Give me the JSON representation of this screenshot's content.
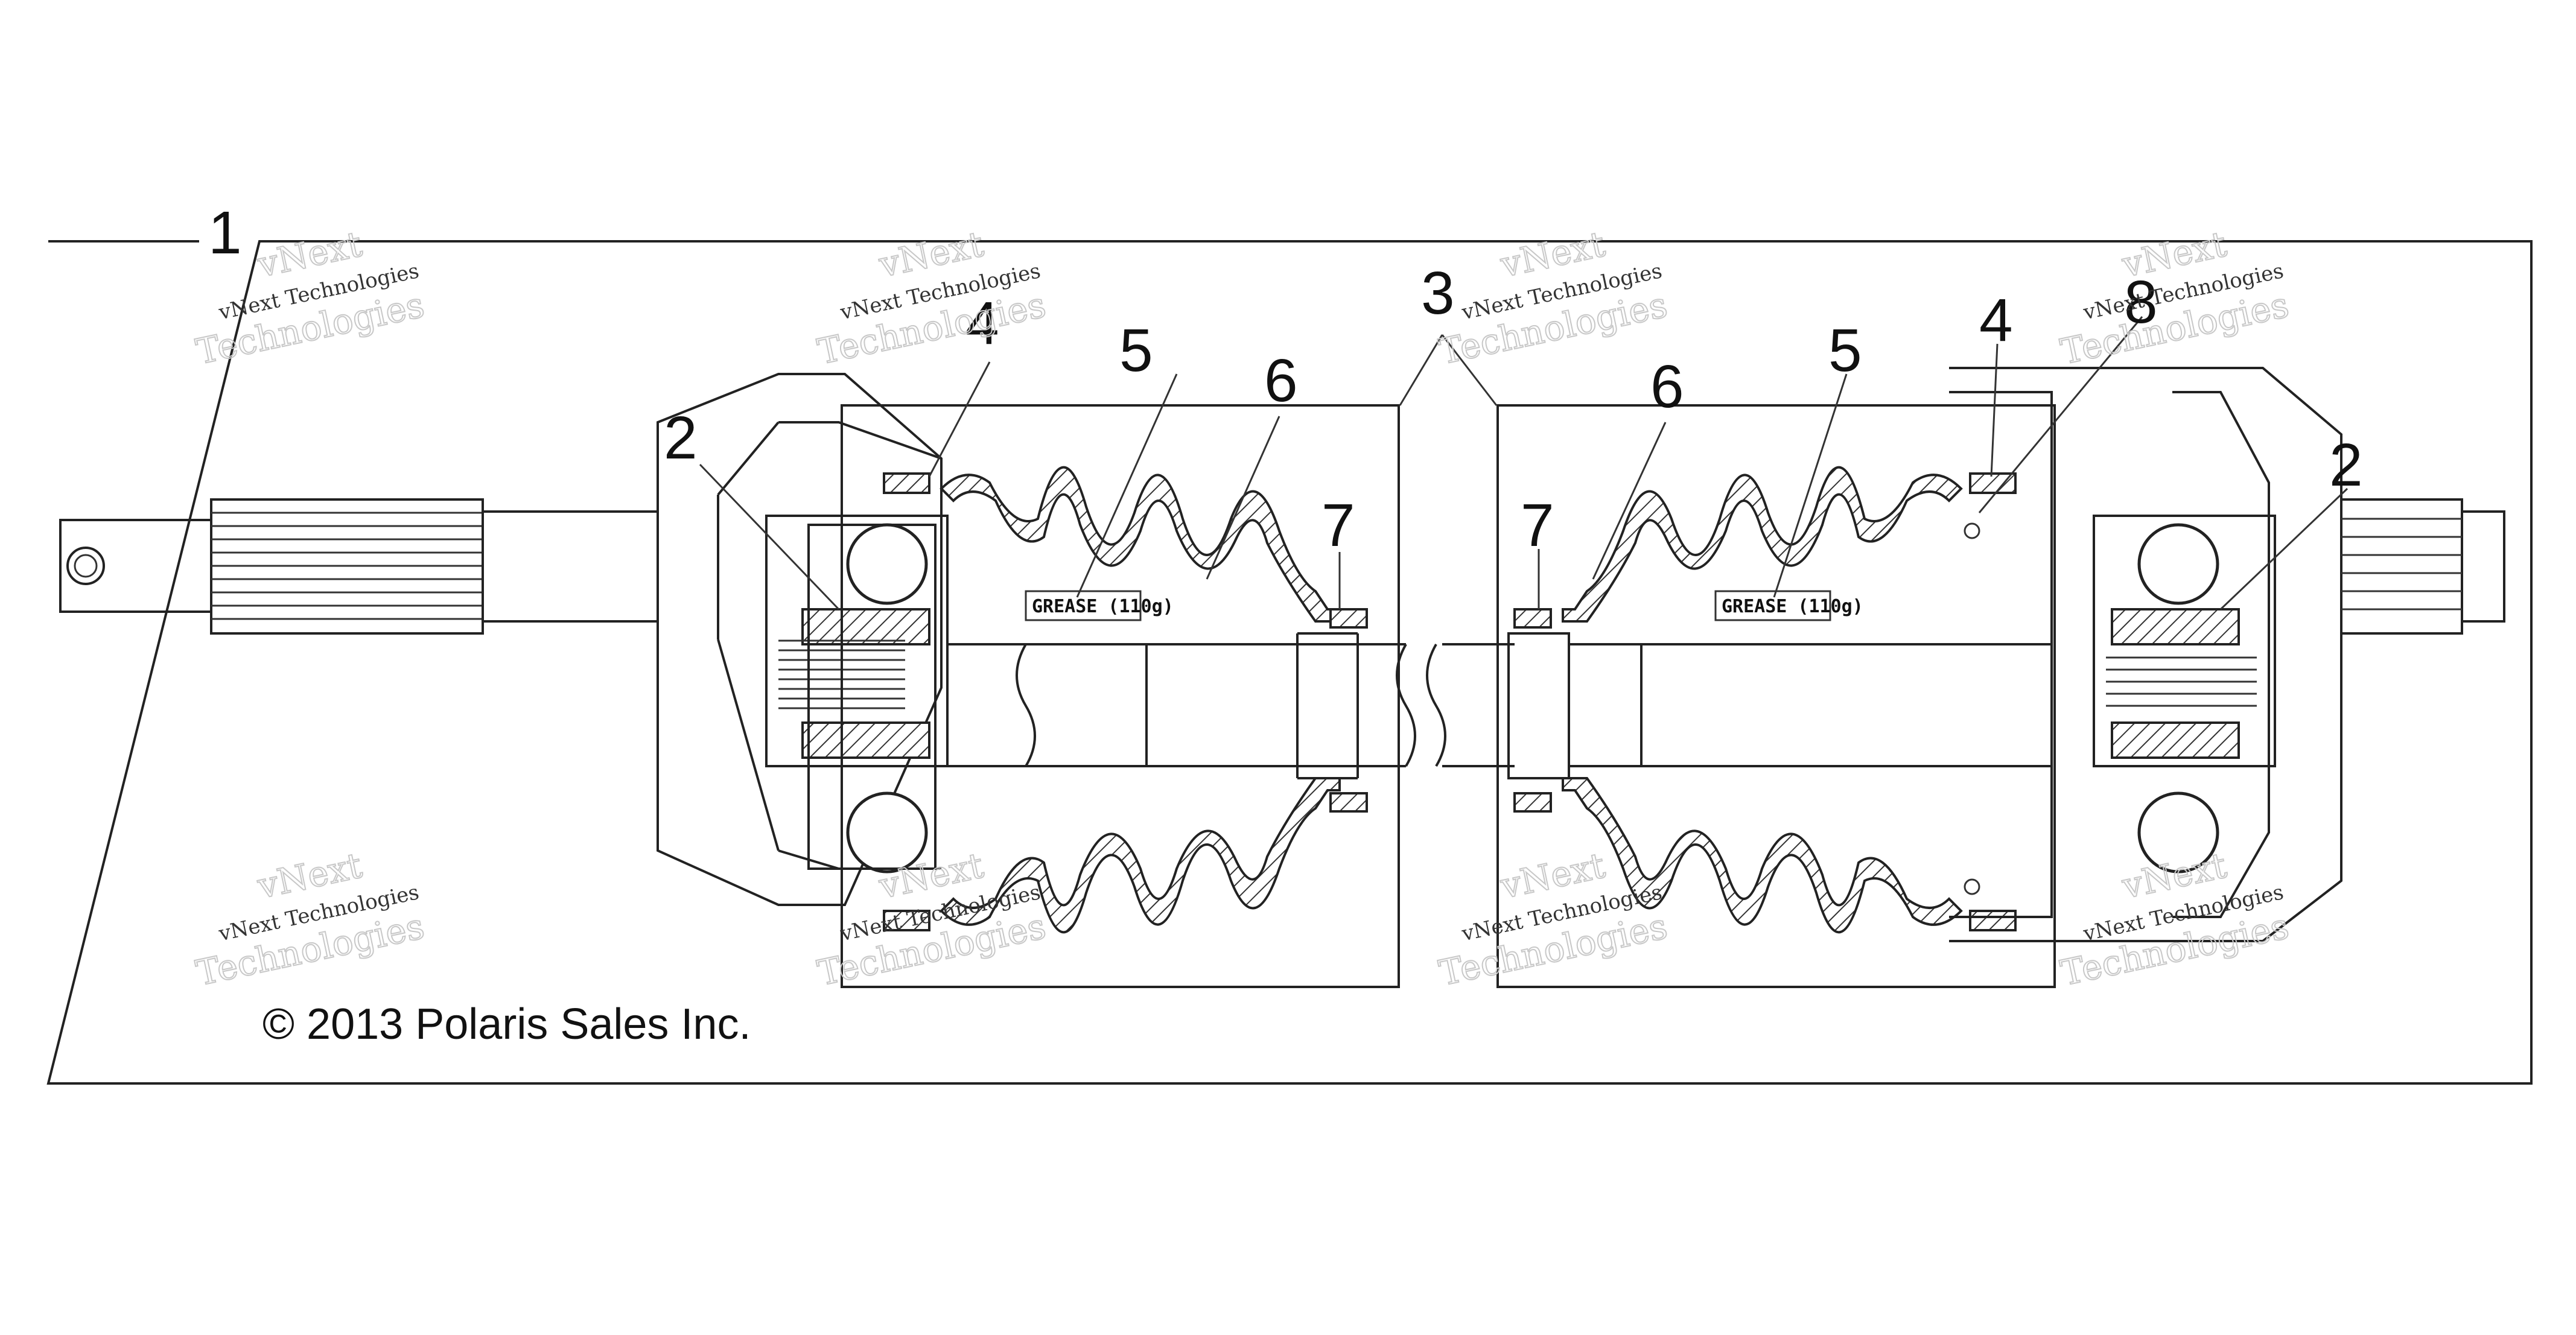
{
  "callouts": {
    "c1": "1",
    "c2_left": "2",
    "c2_right": "2",
    "c3": "3",
    "c4_left": "4",
    "c4_right": "4",
    "c5_left": "5",
    "c5_right": "5",
    "c6_left": "6",
    "c6_right": "6",
    "c7_left": "7",
    "c7_right": "7",
    "c8": "8"
  },
  "labels": {
    "grease_left": "GREASE (110g)",
    "grease_right": "GREASE (110g)"
  },
  "copyright": "© 2013 Polaris Sales Inc.",
  "watermark": {
    "small": "vNext Technologies",
    "brand": "vNext",
    "big": "Technologies"
  }
}
